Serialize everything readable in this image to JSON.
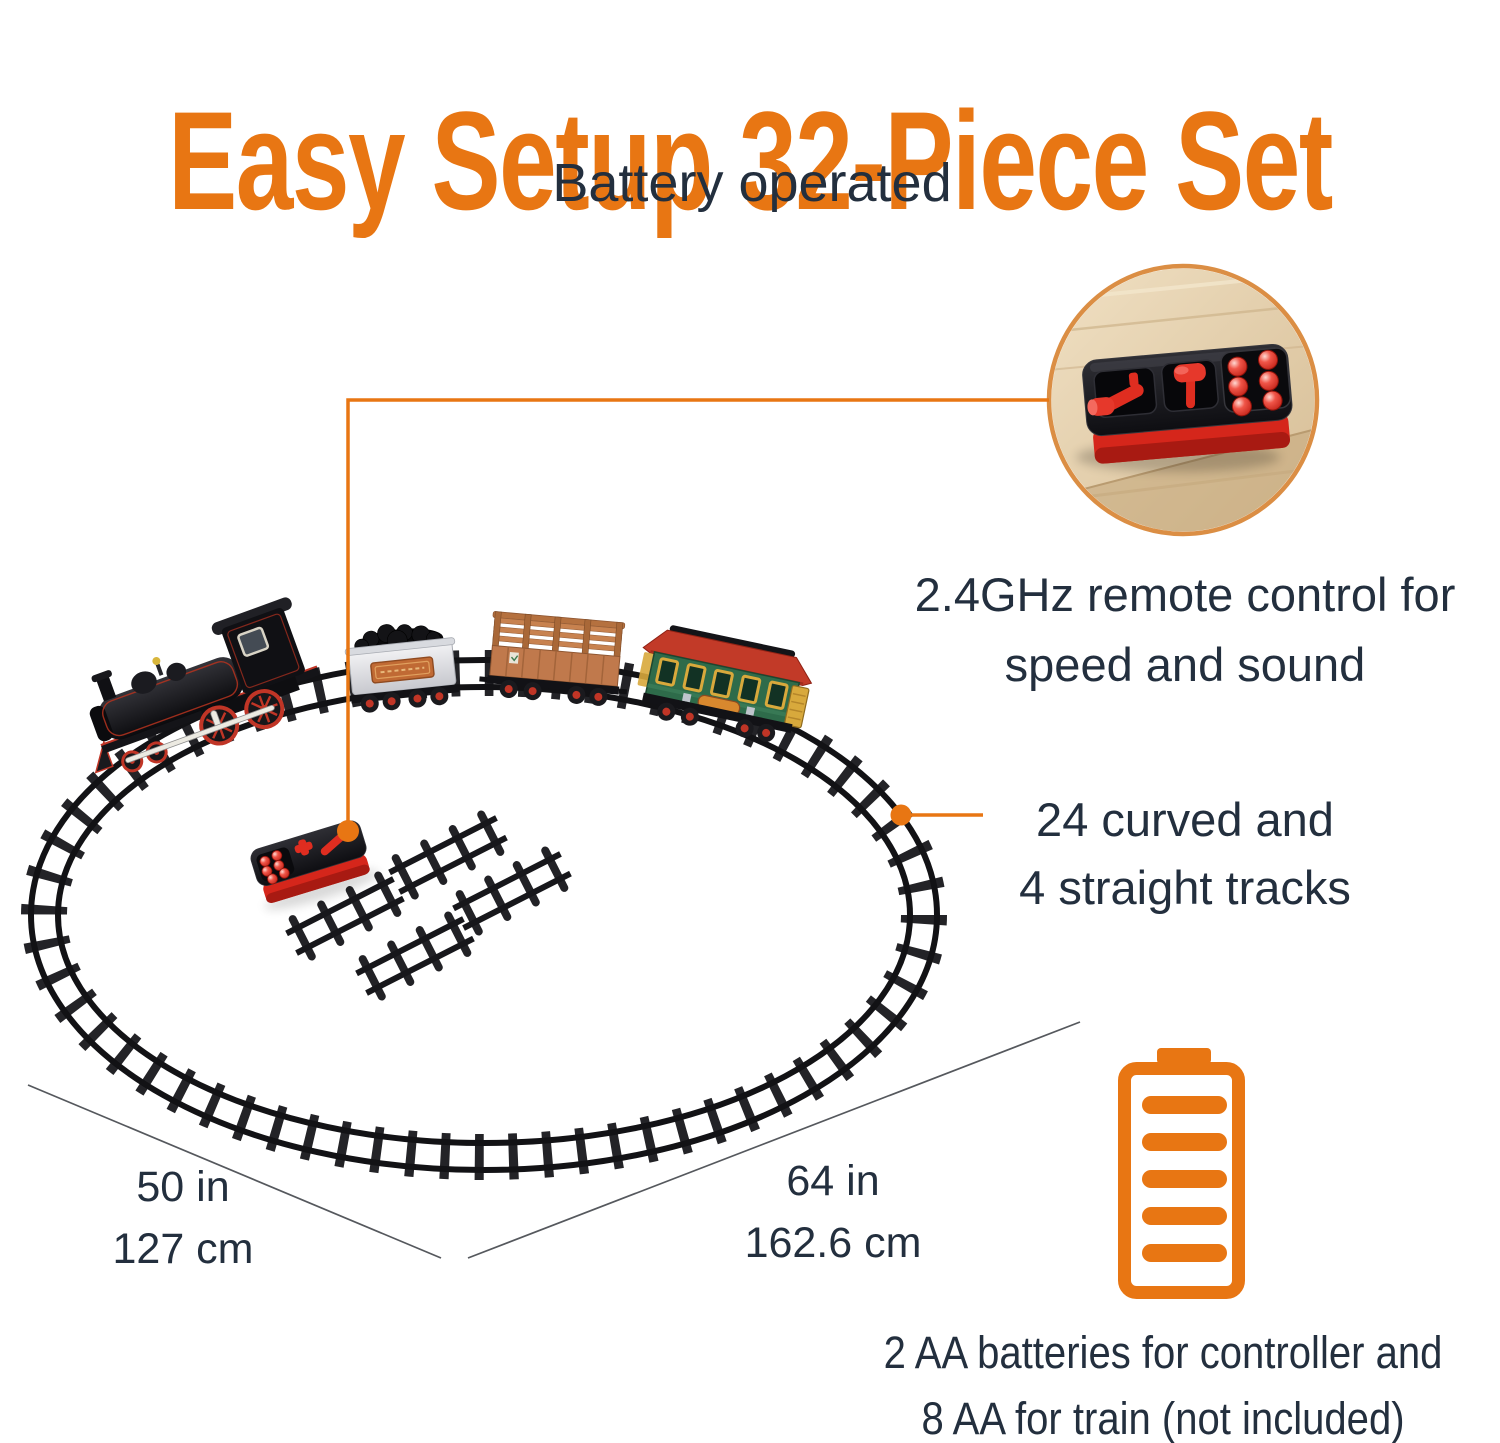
{
  "colors": {
    "accent": "#E87613",
    "ink": "#232F3E",
    "inset_ring": "#DB8E44",
    "wood": "#E8D5B5",
    "track": "#1E1E22",
    "remote_red": "#D5261B",
    "locomotive_black": "#141418",
    "tender_white": "#E9EAEE",
    "wagon_brown": "#C0794C",
    "coach_green": "#2E6B4A",
    "coach_roof_red": "#C23A28"
  },
  "title": "Easy Setup 32-Piece Set",
  "subtitle": "Battery operated",
  "callouts": {
    "remote_control": {
      "line1": "2.4GHz remote control for",
      "line2": "speed and sound"
    },
    "tracks": {
      "line1": "24 curved and",
      "line2": "4 straight tracks"
    },
    "batteries": {
      "line1": "2 AA batteries for controller and",
      "line2": "8 AA for train (not included)"
    }
  },
  "dimensions": {
    "left": {
      "imperial": "50 in",
      "metric": "127 cm"
    },
    "right": {
      "imperial": "64 in",
      "metric": "162.6 cm"
    }
  },
  "icons": {
    "battery": "battery-icon",
    "callout_dot": "orange-dot",
    "inset": "zoom-circle"
  }
}
